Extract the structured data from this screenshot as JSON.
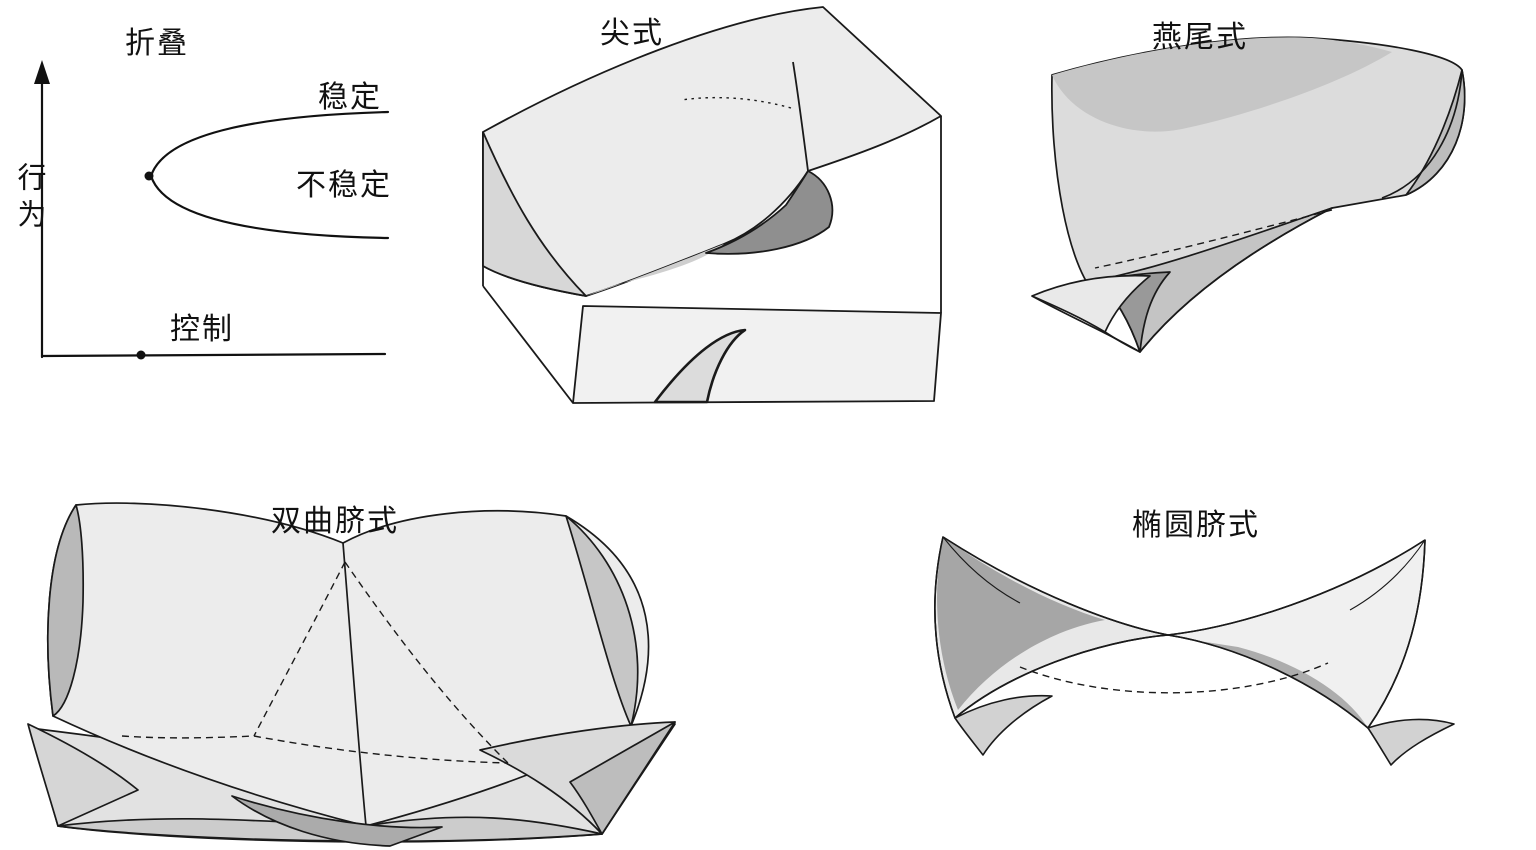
{
  "figure": {
    "panels": {
      "fold": {
        "title": "折叠",
        "behavior_axis_label": "行为",
        "control_axis_label": "控制",
        "stable_label": "稳定",
        "unstable_label": "不稳定"
      },
      "cusp": {
        "title": "尖式"
      },
      "swallowtail": {
        "title": "燕尾式"
      },
      "hyperbolic_umbilic": {
        "title": "双曲脐式"
      },
      "elliptic_umbilic": {
        "title": "椭圆脐式"
      }
    },
    "colors": {
      "stroke": "#1a1a1a",
      "light": "#ececec",
      "mid": "#c9c9c9",
      "dark": "#8f8f8f"
    }
  }
}
